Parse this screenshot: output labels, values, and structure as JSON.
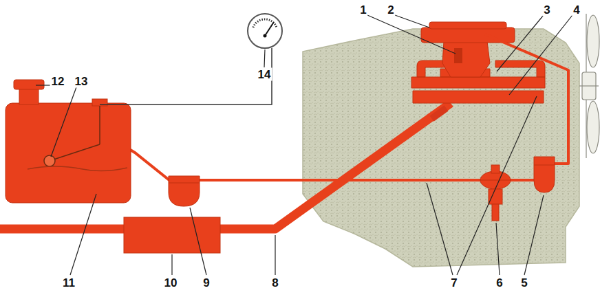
{
  "diagram": {
    "labels": [
      "1",
      "2",
      "3",
      "4",
      "14",
      "12",
      "13",
      "11",
      "10",
      "9",
      "8",
      "7",
      "6",
      "5"
    ]
  }
}
